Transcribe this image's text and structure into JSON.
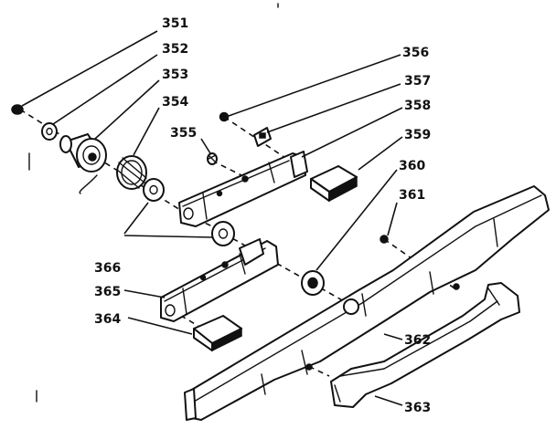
{
  "labels": {
    "p351": "351",
    "p352": "352",
    "p353": "353",
    "p354": "354",
    "p355": "355",
    "p356": "356",
    "p357": "357",
    "p358": "358",
    "p359": "359",
    "p360": "360",
    "p361": "361",
    "p362": "362",
    "p363": "363",
    "p364": "364",
    "p365": "365",
    "p366": "366"
  }
}
